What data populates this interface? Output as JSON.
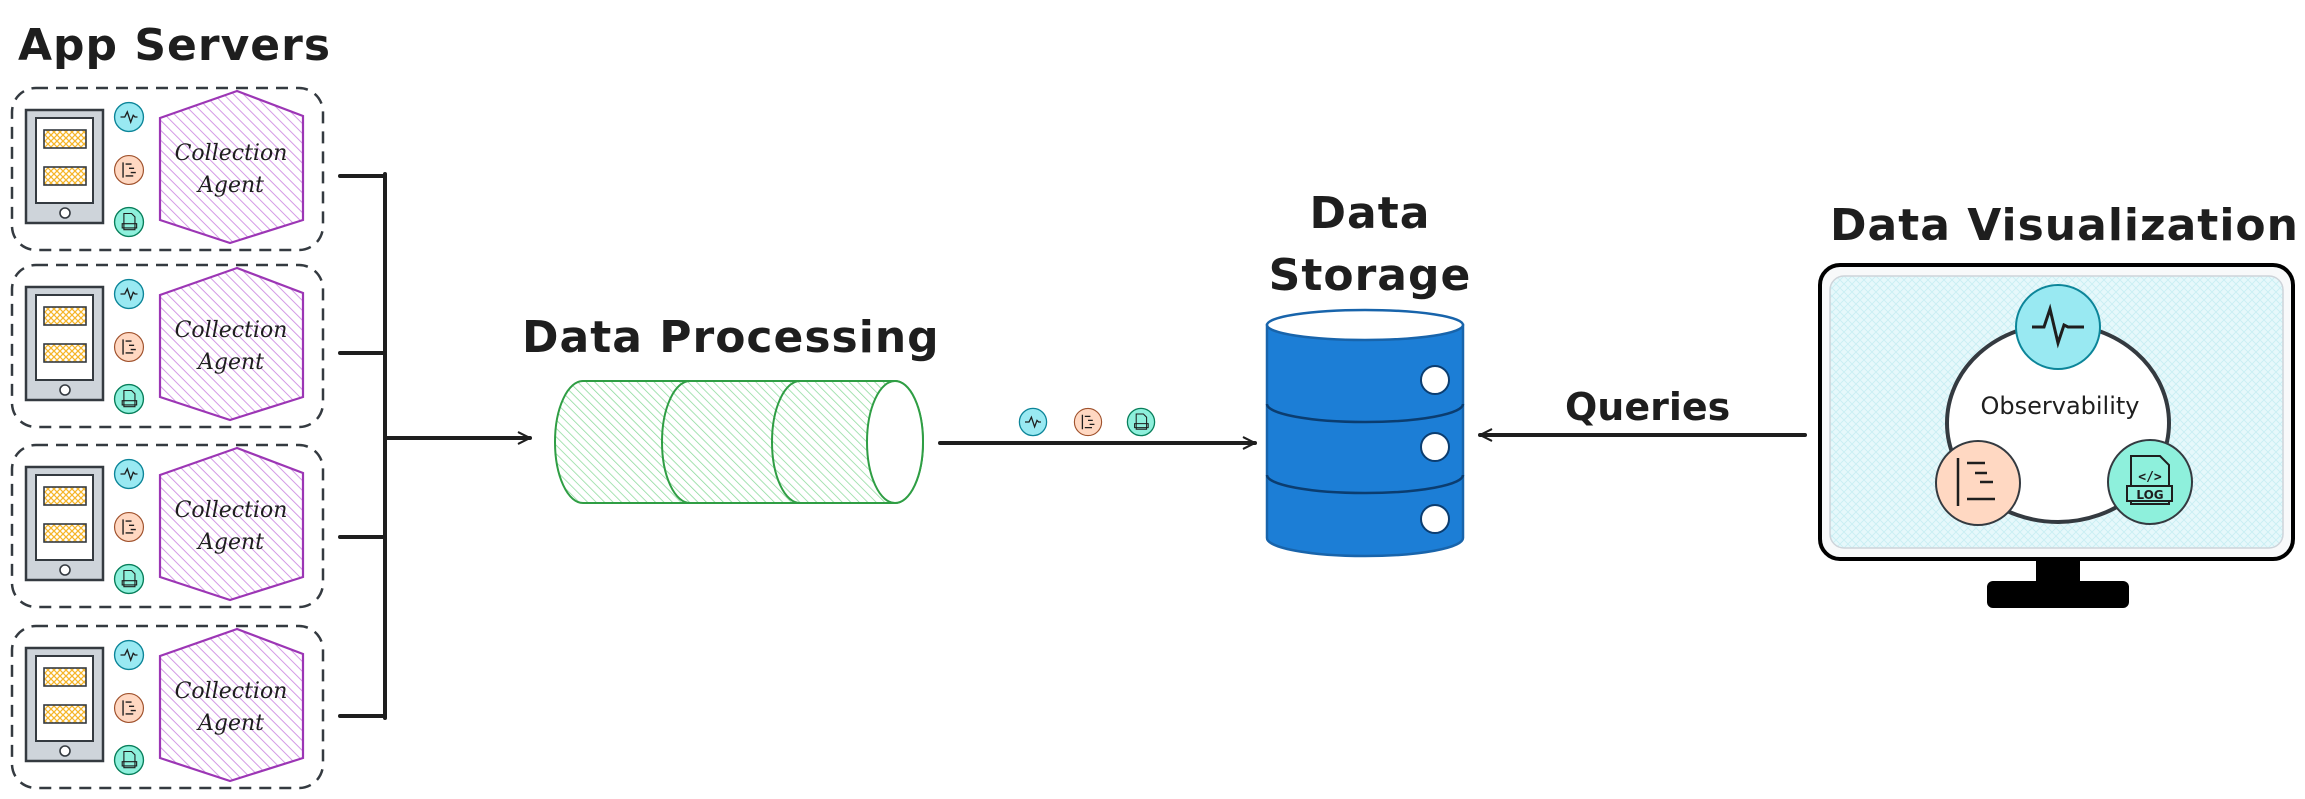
{
  "app_servers": {
    "title": "App Servers",
    "servers": [
      {
        "agent_line1": "Collection",
        "agent_line2": "Agent"
      },
      {
        "agent_line1": "Collection",
        "agent_line2": "Agent"
      },
      {
        "agent_line1": "Collection",
        "agent_line2": "Agent"
      },
      {
        "agent_line1": "Collection",
        "agent_line2": "Agent"
      }
    ],
    "icons": [
      "pulse-icon",
      "trace-icon",
      "log-file-icon"
    ]
  },
  "processing": {
    "title": "Data Processing"
  },
  "storage": {
    "title_line1": "Data",
    "title_line2": "Storage"
  },
  "queries_label": "Queries",
  "visualization": {
    "title": "Data Visualization",
    "center_label": "Observability",
    "log_badge": "LOG",
    "code_glyph": "</>"
  },
  "colors": {
    "agent_purple": "#9c36b5",
    "metrics_cyan": "#99e9f2",
    "traces_peach": "#ffd8c2",
    "logs_teal": "#8ef0dc",
    "processing_green": "#2f9e44",
    "storage_blue": "#1971c2",
    "screen_bg": "#e3f7fa"
  }
}
